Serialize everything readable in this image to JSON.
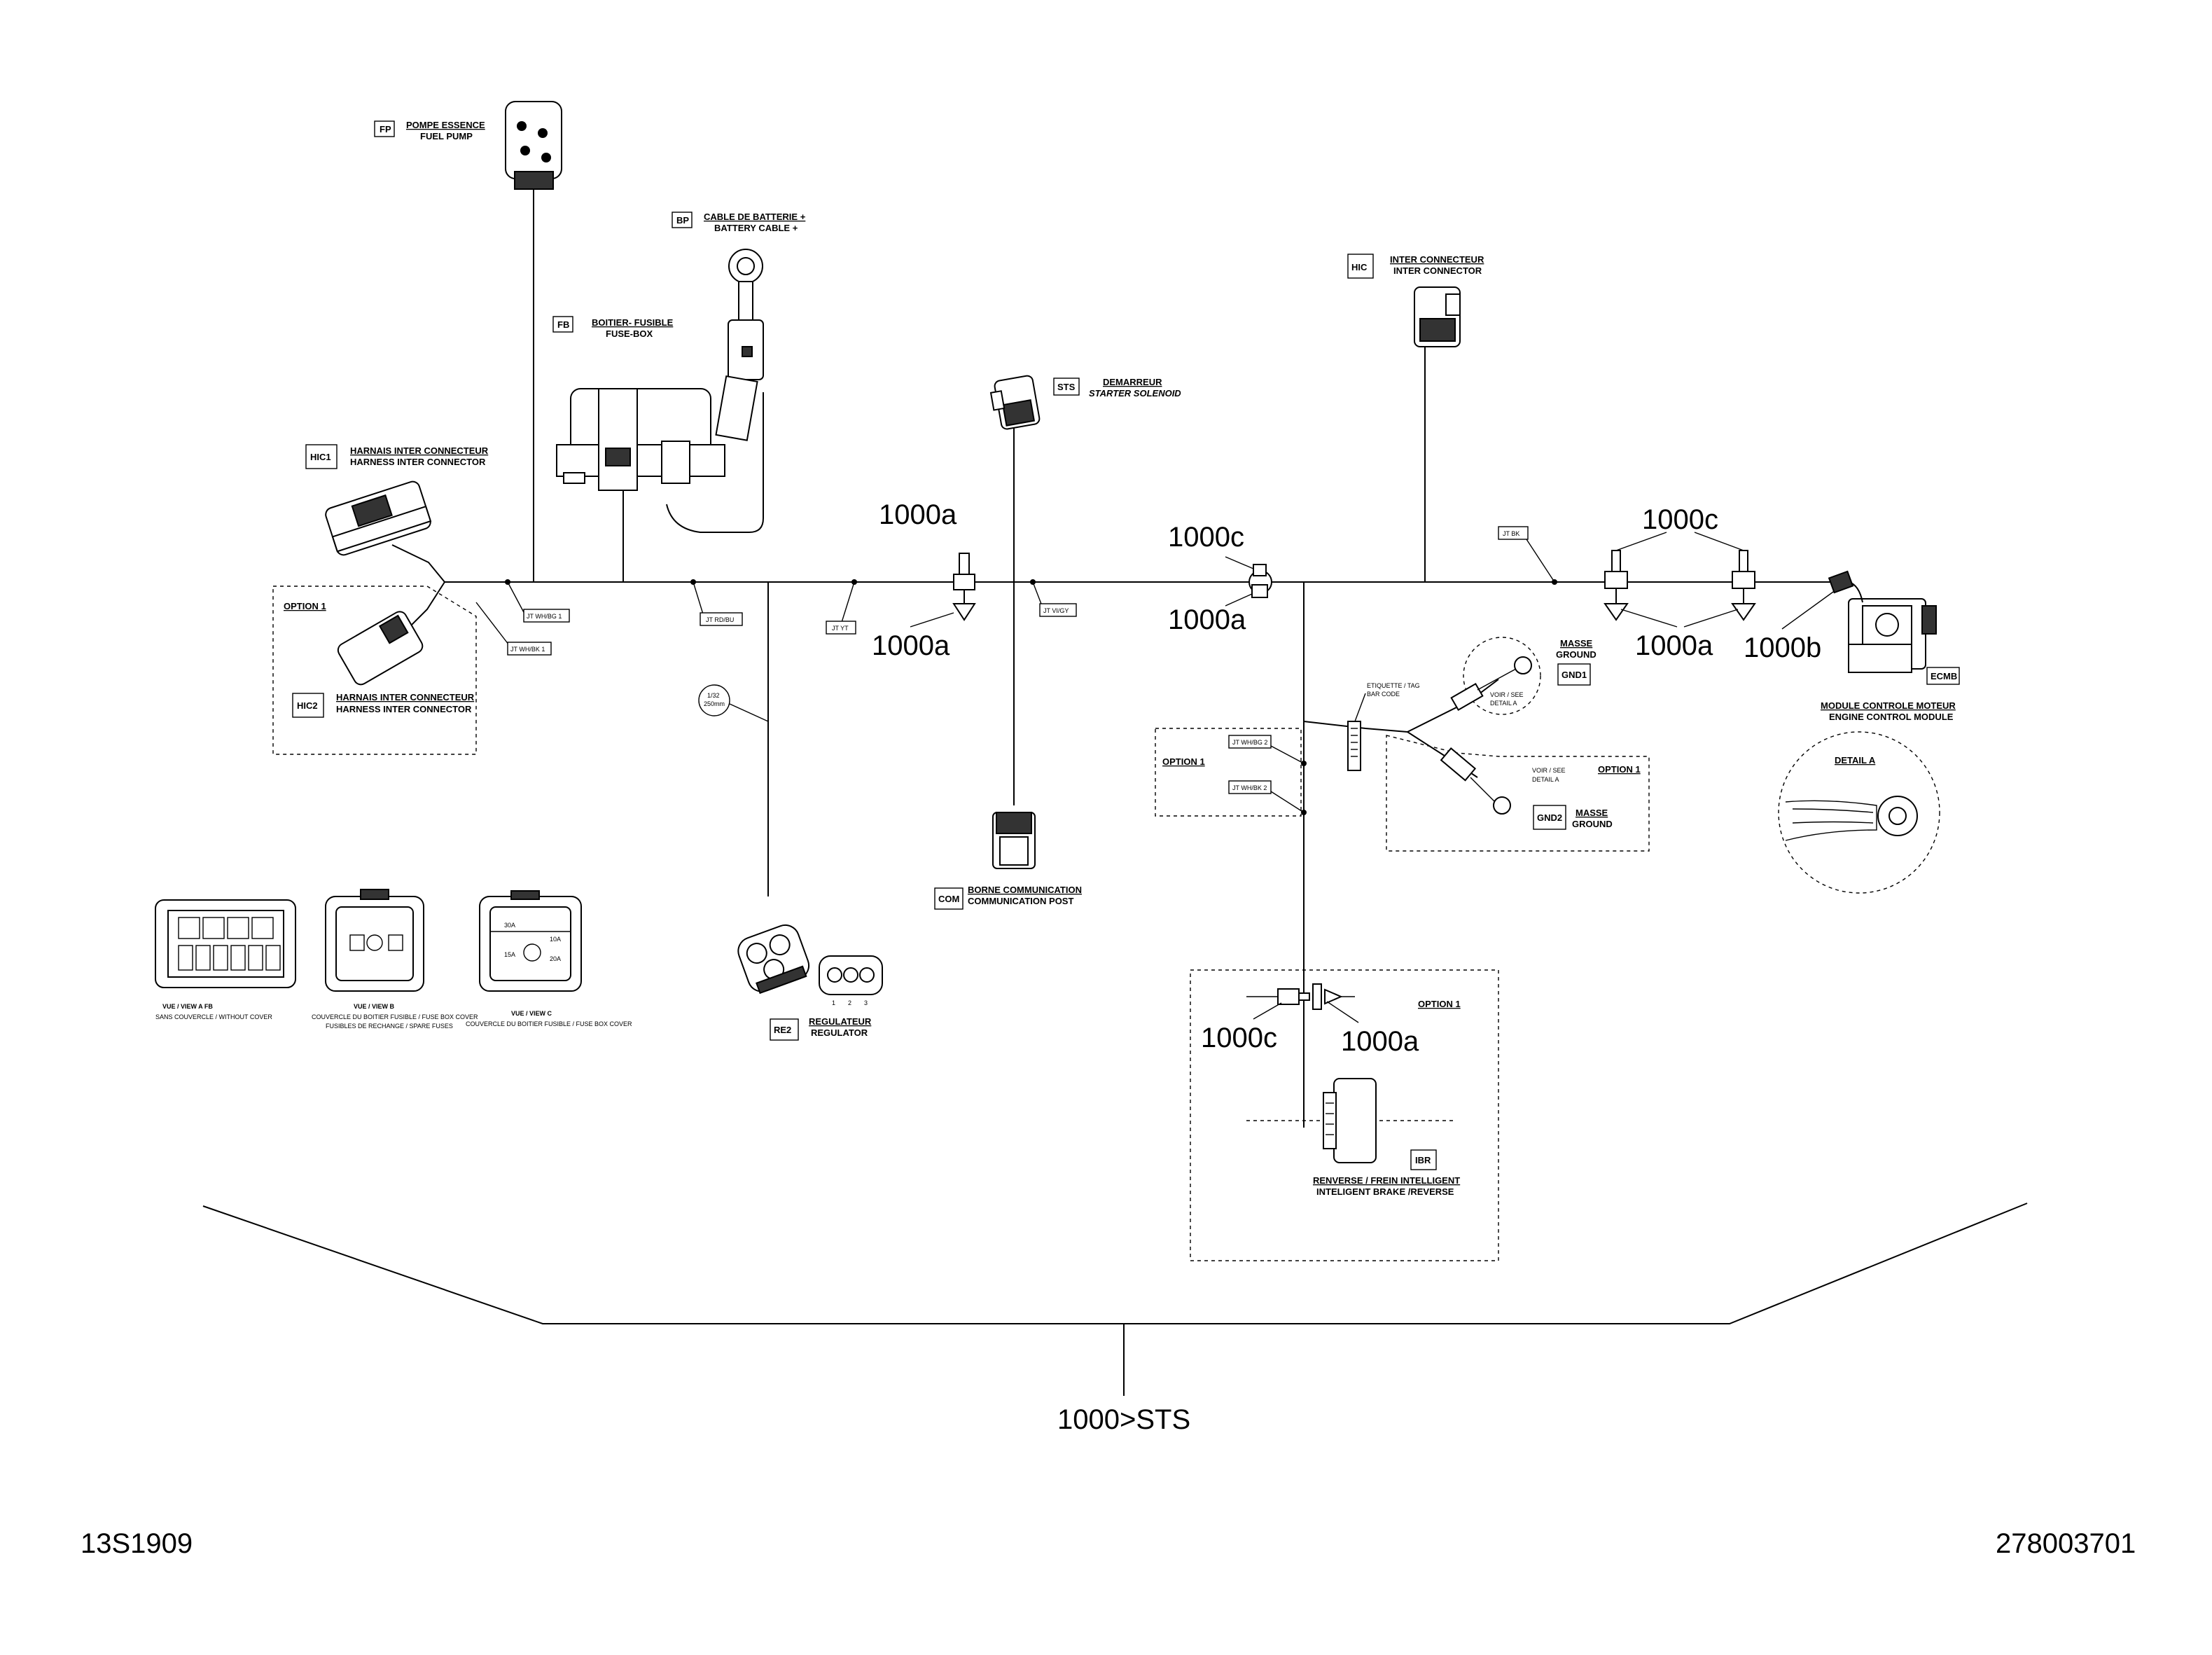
{
  "components": {
    "fuel_pump": {
      "code": "FP",
      "fr": "POMPE ESSENCE",
      "en": "FUEL PUMP"
    },
    "battery_cable": {
      "code": "BP",
      "fr": "CABLE DE BATTERIE +",
      "en": "BATTERY CABLE +"
    },
    "fuse_box": {
      "code": "FB",
      "fr": "BOITIER- FUSIBLE",
      "en": "FUSE-BOX"
    },
    "harness_inter_connector_1": {
      "code": "HIC1",
      "fr": "HARNAIS INTER CONNECTEUR",
      "en": "HARNESS INTER CONNECTOR"
    },
    "harness_inter_connector_2": {
      "code": "HIC2",
      "fr": "HARNAIS INTER CONNECTEUR",
      "en": "HARNESS INTER CONNECTOR"
    },
    "starter_solenoid": {
      "code": "STS",
      "fr": "DEMARREUR",
      "en": "STARTER SOLENOID"
    },
    "inter_connector": {
      "code": "HIC",
      "fr": "INTER CONNECTEUR",
      "en": "INTER CONNECTOR"
    },
    "ground_1": {
      "code": "GND1",
      "fr": "MASSE",
      "en": "GROUND"
    },
    "ground_2": {
      "code": "GND2",
      "fr": "MASSE",
      "en": "GROUND"
    },
    "engine_control_module": {
      "code": "ECMB",
      "fr": "MODULE CONTROLE MOTEUR",
      "en": "ENGINE CONTROL MODULE"
    },
    "communication_post": {
      "code": "COM",
      "fr": "BORNE COMMUNICATION",
      "en": "COMMUNICATION POST"
    },
    "regulator": {
      "code": "RE2",
      "fr": "REGULATEUR",
      "en": "REGULATOR"
    },
    "intelligent_brake": {
      "code": "IBR",
      "fr": "RENVERSE / FREIN INTELLIGENT",
      "en": "INTELIGENT BRAKE /REVERSE"
    }
  },
  "tape_tags": {
    "t1": "JT WH/BG 1",
    "t2": "JT WH/BK 1",
    "t3": "JT RD/BU",
    "t4": "JT YT",
    "t5": "JT VI/GY",
    "t6": "JT BK",
    "t7": "JT WH/BG 2",
    "t8": "JT WH/BK 2"
  },
  "option_label": "OPTION 1",
  "detail_a": "DETAIL A",
  "label_etiquette": "ETIQUETTE / TAG",
  "label_barcode": "BAR CODE",
  "label_voir_detail": "VOIR / SEE",
  "label_detail_a_small": "DETAIL A",
  "dimension_label_1": "1/32",
  "dimension_label_2": "250mm",
  "callouts": {
    "c1000a_1": "1000a",
    "c1000a_2": "1000a",
    "c1000c_1": "1000c",
    "c1000a_3": "1000a",
    "c1000c_2": "1000c",
    "c1000a_4": "1000a",
    "c1000b": "1000b",
    "c1000c_3": "1000c",
    "c1000a_5": "1000a"
  },
  "fuse_views": {
    "view_a": "VUE / VIEW A     FB",
    "view_a_sub": "SANS COUVERCLE / WITHOUT COVER",
    "view_b": "VUE / VIEW B",
    "view_b_sub1": "COUVERCLE DU BOITIER FUSIBLE / FUSE BOX COVER",
    "view_b_sub2": "FUSIBLES DE RECHANGE / SPARE FUSES",
    "view_c": "VUE / VIEW C",
    "view_c_sub": "COUVERCLE DU BOITIER FUSIBLE / FUSE BOX COVER",
    "fuse_c_1": "30A",
    "fuse_c_2": "15A",
    "fuse_c_3": "10A",
    "fuse_c_4": "20A"
  },
  "regulator_pins": [
    "1",
    "2",
    "3"
  ],
  "assembly_label": "1000>STS",
  "footer": {
    "left_code": "13S1909",
    "right_code": "278003701"
  }
}
